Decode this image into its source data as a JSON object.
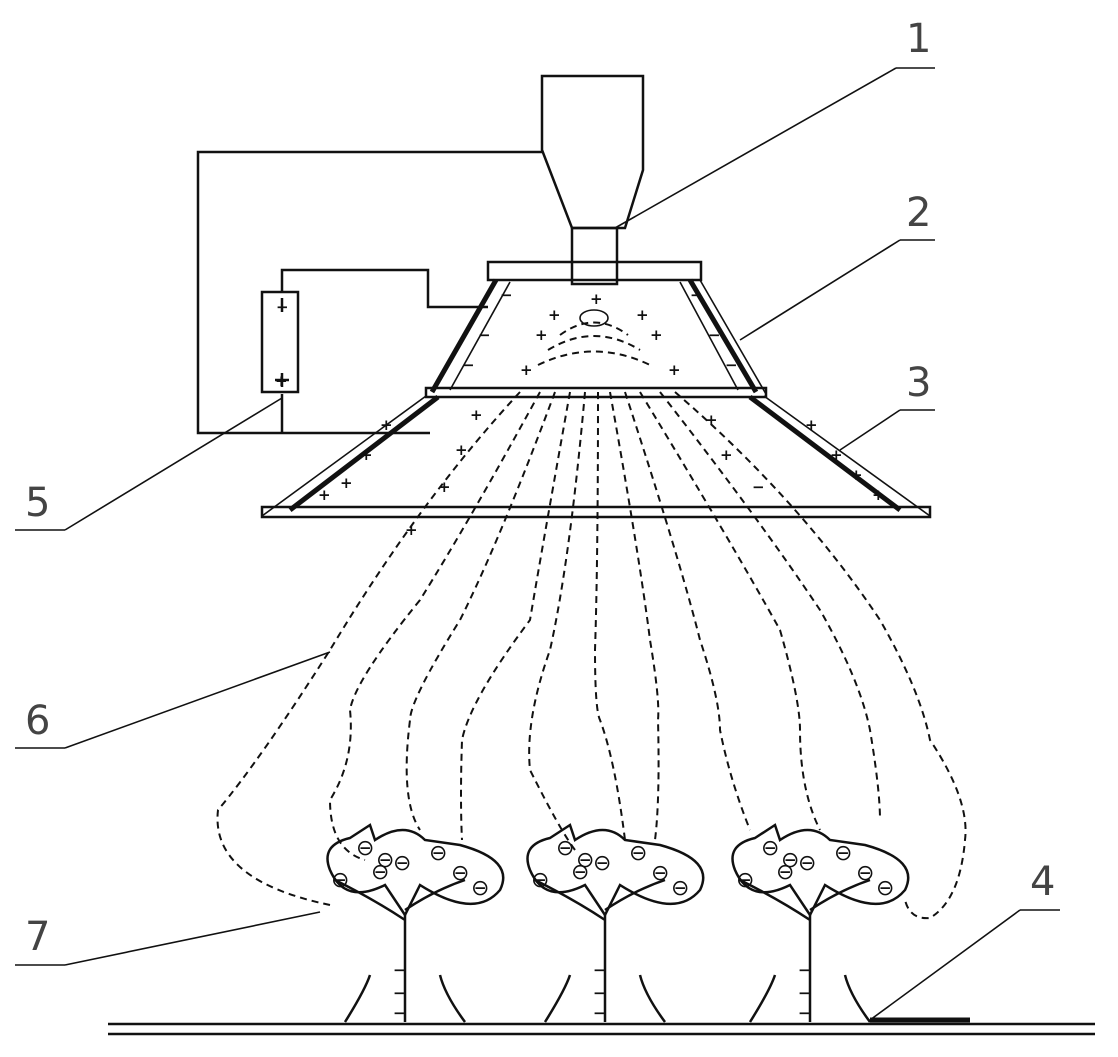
{
  "labels": {
    "part1": "1",
    "part2": "2",
    "part3": "3",
    "part4": "4",
    "part5": "5",
    "part6": "6",
    "part7": "7"
  },
  "symbols": {
    "plus": "+",
    "minus": "−",
    "neg_charge": "⊖"
  },
  "colors": {
    "line": "#111111",
    "label": "#444444"
  }
}
